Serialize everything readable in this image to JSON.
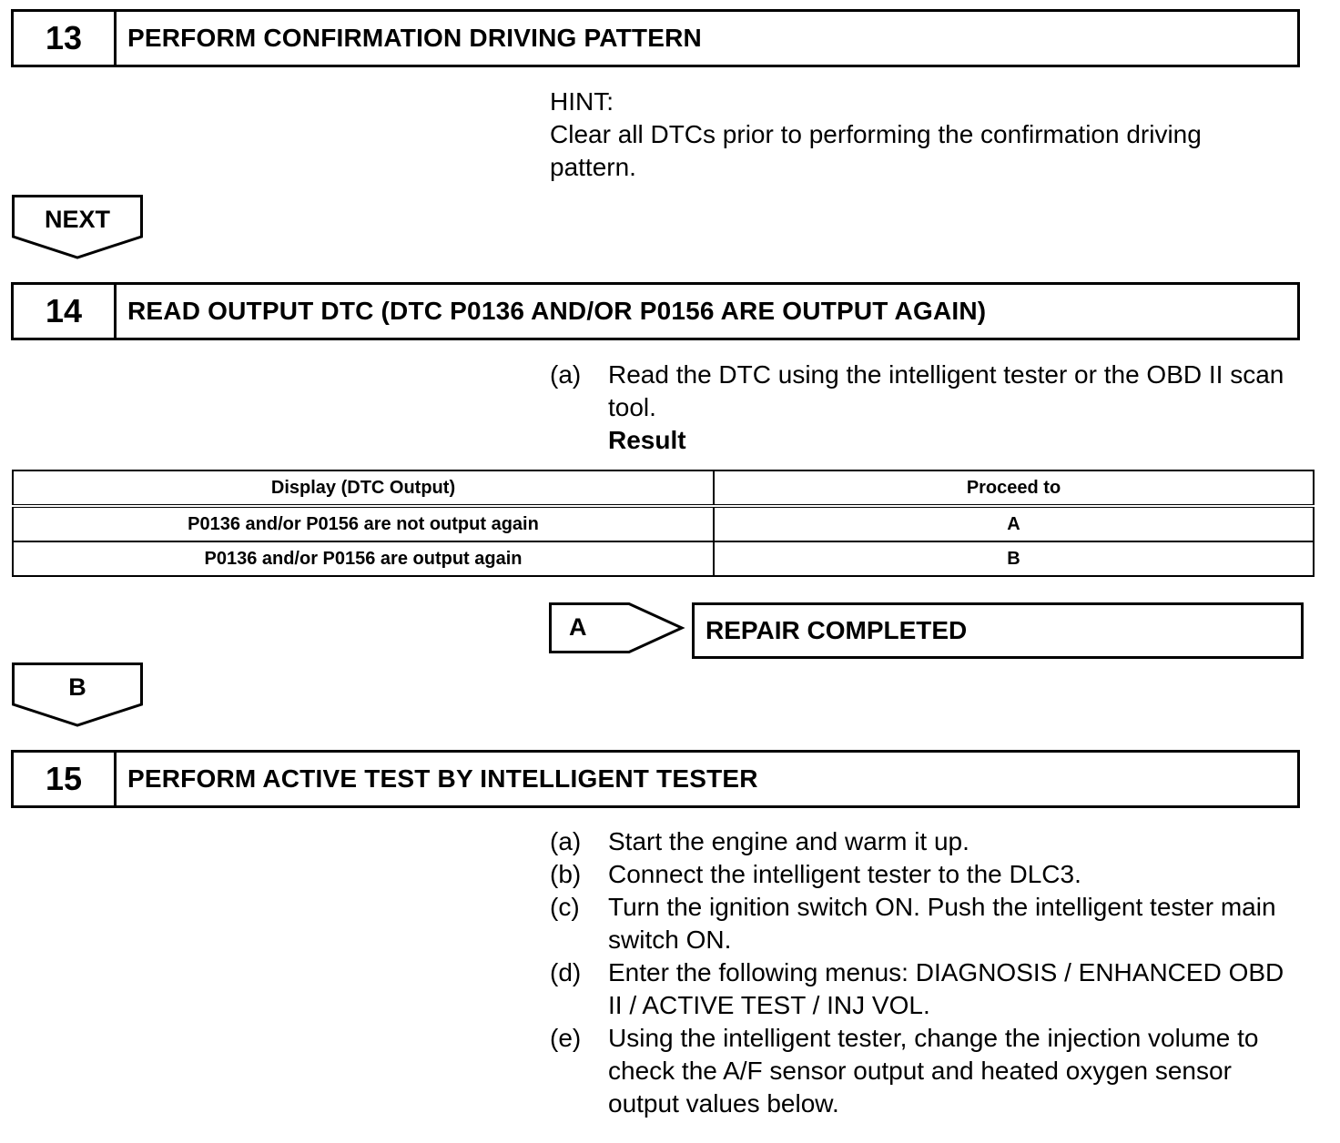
{
  "step13": {
    "number": "13",
    "title": "PERFORM CONFIRMATION DRIVING PATTERN",
    "hint_label": "HINT:",
    "hint_text": "Clear all DTCs prior to performing the confirmation driving pattern."
  },
  "next_label": "NEXT",
  "step14": {
    "number": "14",
    "title": "READ OUTPUT DTC (DTC P0136 AND/OR P0156 ARE OUTPUT AGAIN)",
    "items": [
      {
        "label": "(a)",
        "text": "Read the DTC using the intelligent tester or the OBD II scan tool."
      }
    ],
    "result_label": "Result",
    "table": {
      "headers": [
        "Display (DTC Output)",
        "Proceed to"
      ],
      "rows": [
        [
          "P0136 and/or P0156 are not output again",
          "A"
        ],
        [
          "P0136 and/or P0156 are output again",
          "B"
        ]
      ]
    }
  },
  "branch_a": {
    "label": "A",
    "outcome": "REPAIR COMPLETED"
  },
  "branch_b": {
    "label": "B"
  },
  "step15": {
    "number": "15",
    "title": "PERFORM ACTIVE TEST BY INTELLIGENT TESTER",
    "items": [
      {
        "label": "(a)",
        "text": "Start the engine and warm it up."
      },
      {
        "label": "(b)",
        "text": "Connect the intelligent tester to the DLC3."
      },
      {
        "label": "(c)",
        "text": "Turn the ignition switch ON. Push the intelligent tester main switch ON."
      },
      {
        "label": "(d)",
        "text": "Enter the following menus: DIAGNOSIS / ENHANCED OBD II / ACTIVE TEST / INJ VOL."
      },
      {
        "label": "(e)",
        "text": "Using the intelligent tester, change the injection volume to check the A/F sensor output and heated oxygen sensor output values below."
      }
    ]
  }
}
